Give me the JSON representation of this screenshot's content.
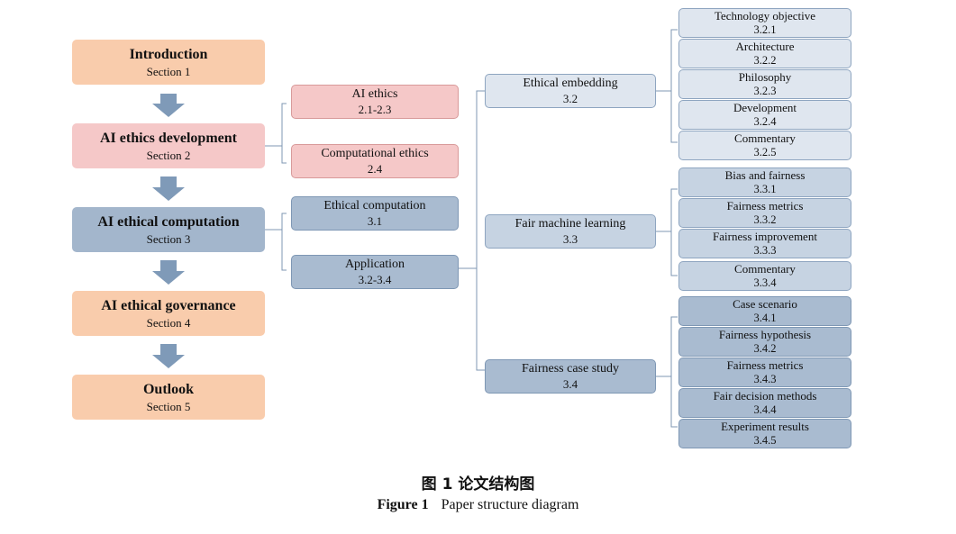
{
  "sections": [
    {
      "title": "Introduction",
      "subtitle": "Section 1"
    },
    {
      "title": "AI ethics development",
      "subtitle": "Section 2"
    },
    {
      "title": "AI ethical computation",
      "subtitle": "Section 3"
    },
    {
      "title": "AI ethical governance",
      "subtitle": "Section 4"
    },
    {
      "title": "Outlook",
      "subtitle": "Section 5"
    }
  ],
  "section2_children": [
    {
      "title": "AI ethics",
      "num": "2.1-2.3"
    },
    {
      "title": "Computational ethics",
      "num": "2.4"
    }
  ],
  "section3_children": [
    {
      "title": "Ethical computation",
      "num": "3.1"
    },
    {
      "title": "Application",
      "num": "3.2-3.4"
    }
  ],
  "application_children": [
    {
      "title": "Ethical embedding",
      "num": "3.2"
    },
    {
      "title": "Fair machine learning",
      "num": "3.3"
    },
    {
      "title": "Fairness case study",
      "num": "3.4"
    }
  ],
  "leaves_32": [
    {
      "title": "Technology objective",
      "num": "3.2.1"
    },
    {
      "title": "Architecture",
      "num": "3.2.2"
    },
    {
      "title": "Philosophy",
      "num": "3.2.3"
    },
    {
      "title": "Development",
      "num": "3.2.4"
    },
    {
      "title": "Commentary",
      "num": "3.2.5"
    }
  ],
  "leaves_33": [
    {
      "title": "Bias and fairness",
      "num": "3.3.1"
    },
    {
      "title": "Fairness metrics",
      "num": "3.3.2"
    },
    {
      "title": "Fairness improvement",
      "num": "3.3.3"
    },
    {
      "title": "Commentary",
      "num": "3.3.4"
    }
  ],
  "leaves_34": [
    {
      "title": "Case scenario",
      "num": "3.4.1"
    },
    {
      "title": "Fairness hypothesis",
      "num": "3.4.2"
    },
    {
      "title": "Fairness metrics",
      "num": "3.4.3"
    },
    {
      "title": "Fair decision methods",
      "num": "3.4.4"
    },
    {
      "title": "Experiment results",
      "num": "3.4.5"
    }
  ],
  "caption": {
    "cn": "图 1 论文结构图",
    "en_label": "Figure 1",
    "en_text": "Paper structure diagram"
  },
  "colors": {
    "peach": "#f9ccac",
    "pink": "#f5c8c8",
    "steel": "#a3b6cc",
    "arrow": "#7f9ab8",
    "line": "#7f97b3"
  }
}
